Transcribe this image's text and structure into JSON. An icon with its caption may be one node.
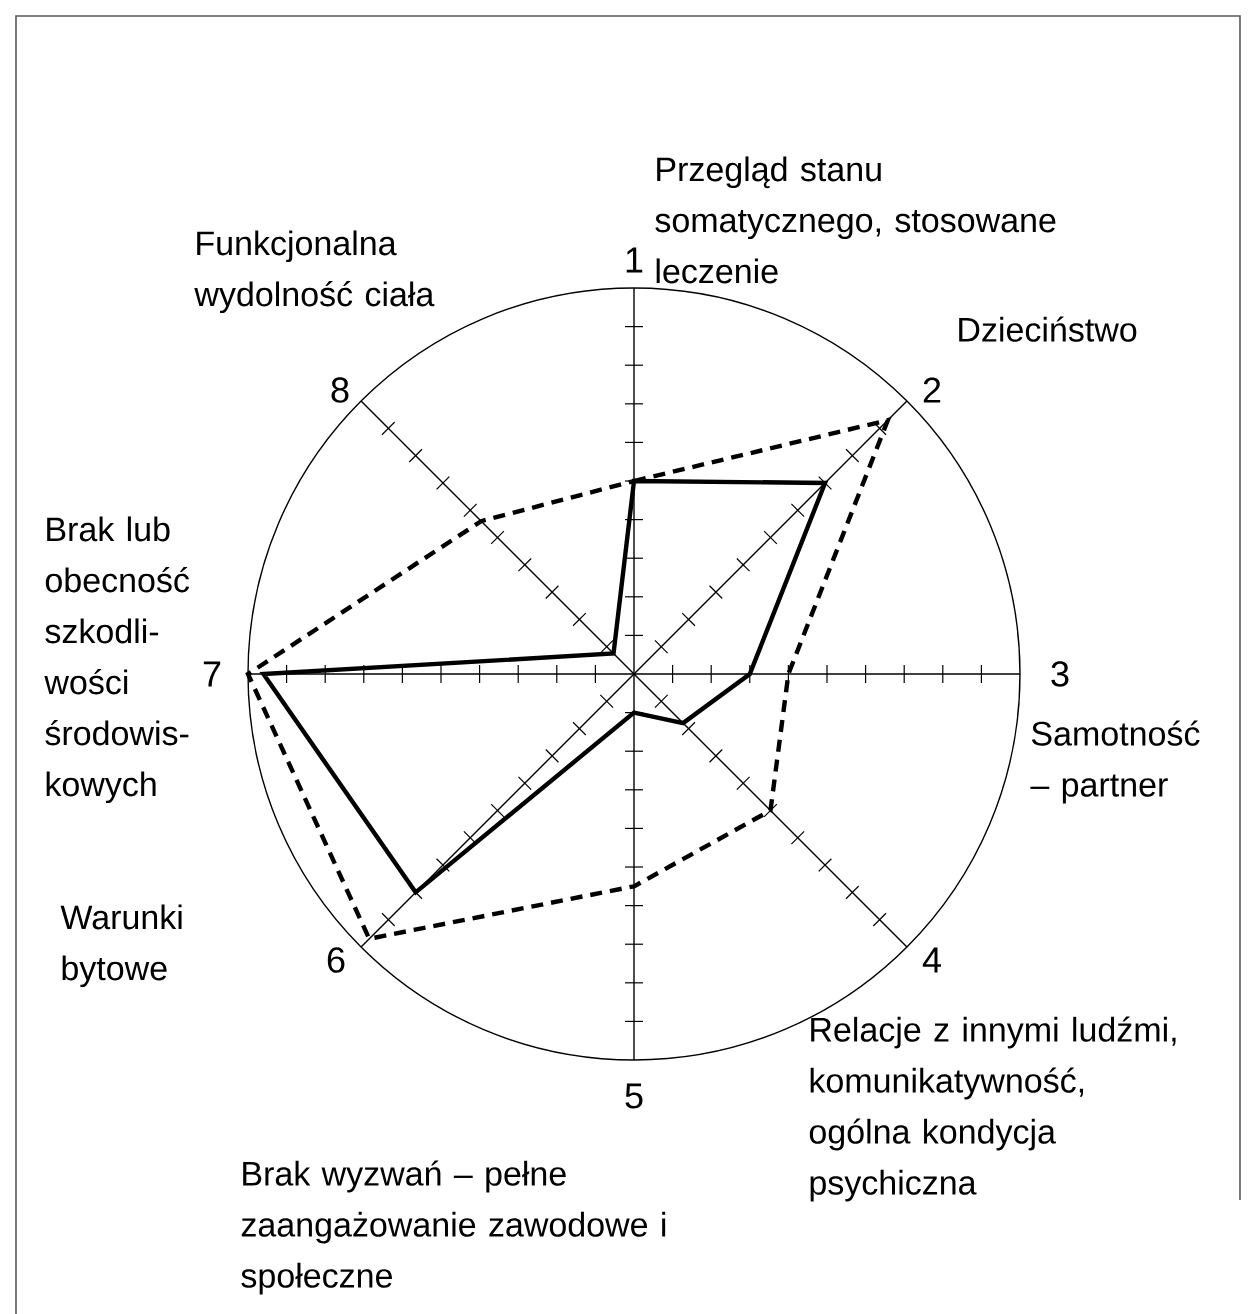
{
  "diagram": {
    "labels": [
      "Przegląd stanu somatycznego, stosowane leczenie",
      "1",
      "Funkcjonalna wydolność ciała",
      "Dzieciństwo",
      "8",
      "2",
      "Brak lub obecność szkodli-wości środowis-kowych",
      "7",
      "3",
      "Samotność – partner",
      "Warunki bytowe",
      "6",
      "4",
      "5",
      "Relacje z innymi ludźmi, komunikatywność, ogólna kondycja psychiczna",
      "Brak wyzwań – pełne zaangażowanie zawodowe i społeczne"
    ]
  }
}
